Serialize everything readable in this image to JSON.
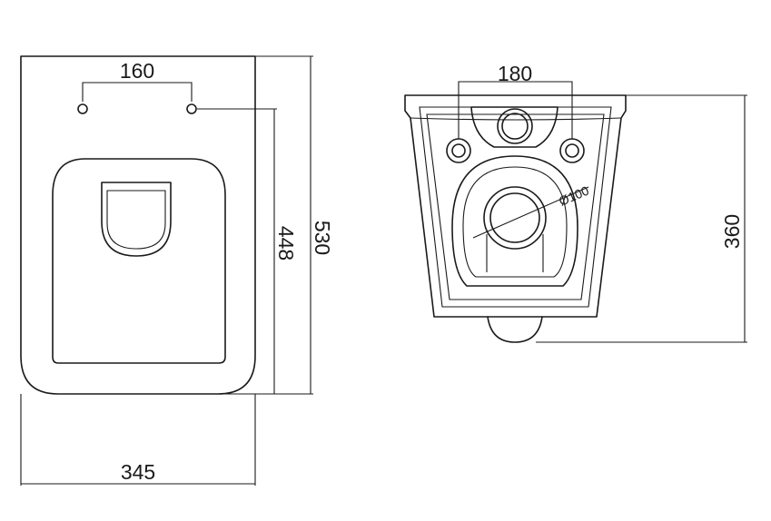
{
  "top_view": {
    "dims": {
      "hole_spacing": "160",
      "width": "345",
      "hole_to_front": "448",
      "length": "530"
    }
  },
  "front_view": {
    "dims": {
      "hole_spacing": "180",
      "height": "360",
      "outlet_diameter": "Ø100"
    }
  }
}
